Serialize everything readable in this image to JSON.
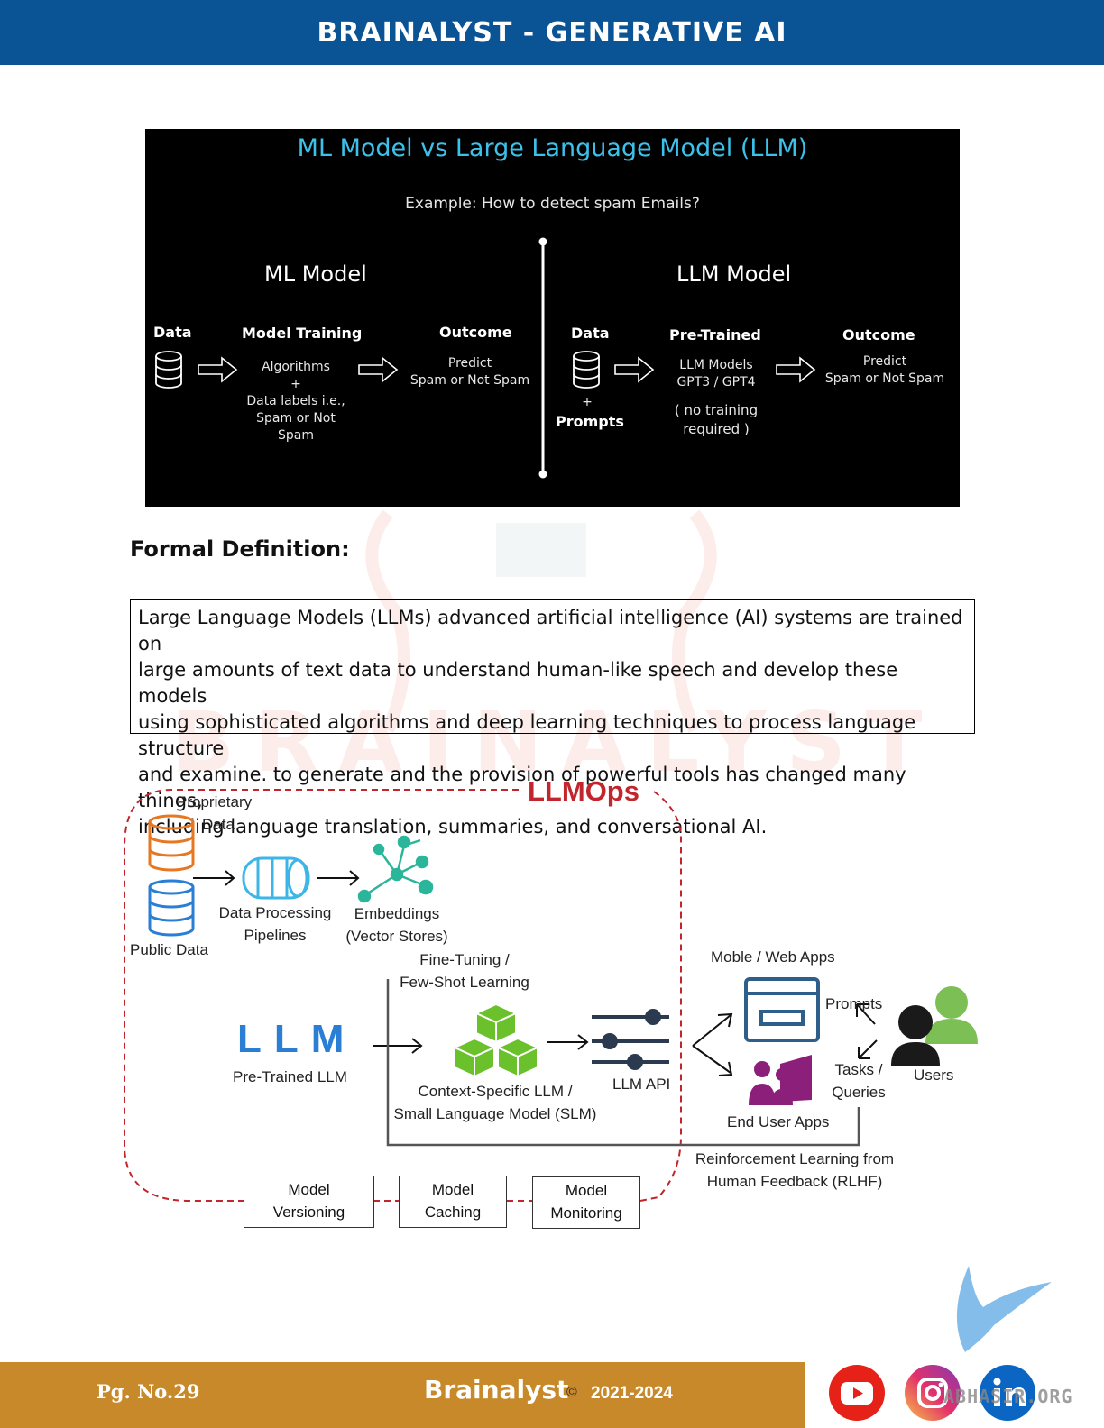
{
  "header": {
    "title": "BRAINALYST - GENERATIVE AI"
  },
  "figure1": {
    "title": "ML Model vs Large Language Model (LLM)",
    "subtitle": "Example: How to detect spam Emails?",
    "ml": {
      "heading": "ML Model",
      "data_label": "Data",
      "training_label": "Model Training",
      "training_lines": [
        "Algorithms",
        "+",
        "Data labels i.e.,",
        "Spam or Not",
        "Spam"
      ],
      "outcome_label": "Outcome",
      "outcome_lines": [
        "Predict",
        "Spam or Not Spam"
      ]
    },
    "llm": {
      "heading": "LLM Model",
      "data_label": "Data",
      "plus": "+",
      "prompts_label": "Prompts",
      "pretrained_label": "Pre-Trained",
      "pretrained_lines": [
        "LLM Models",
        "GPT3 / GPT4"
      ],
      "note_lines": [
        "( no training",
        "required )"
      ],
      "outcome_label": "Outcome",
      "outcome_lines": [
        "Predict",
        "Spam or Not Spam"
      ]
    }
  },
  "definition": {
    "heading": "Formal Definition:",
    "lines": [
      "Large Language Models (LLMs) advanced artificial intelligence (AI) systems are trained on",
      "large amounts of text data to understand human-like speech and develop these models",
      "using sophisticated algorithms and deep learning techniques to process language structure",
      "and examine. to generate and the provision of powerful tools has changed many things,",
      "including language translation, summaries, and conversational AI."
    ]
  },
  "figure2": {
    "title": "LLMOps",
    "proprietary": [
      "Proprietary",
      "Data"
    ],
    "public": "Public Data",
    "pipelines": [
      "Data Processing",
      "Pipelines"
    ],
    "embeddings": [
      "Embeddings",
      "(Vector Stores)"
    ],
    "finetuning": [
      "Fine-Tuning /",
      "Few-Shot Learning"
    ],
    "llm_letters": "LLM",
    "pretrained": "Pre-Trained LLM",
    "context": [
      "Context-Specific LLM /",
      "Small Language Model (SLM)"
    ],
    "api": "LLM API",
    "apps": "Moble / Web Apps",
    "prompts": "Prompts",
    "tasks": [
      "Tasks /",
      "Queries"
    ],
    "users": "Users",
    "enduser": "End User Apps",
    "rlhf": [
      "Reinforcement Learning from",
      "Human Feedback (RLHF)"
    ],
    "boxes": [
      [
        "Model",
        "Versioning"
      ],
      [
        "Model",
        "Caching"
      ],
      [
        "Model",
        "Monitoring"
      ]
    ]
  },
  "footer": {
    "page": "Pg. No.29",
    "brand": "Brainalyst",
    "copyright": "©",
    "years": "2021-2024"
  },
  "social": {
    "icons": [
      "youtube-icon",
      "instagram-icon",
      "linkedin-icon"
    ]
  },
  "site": "ABHASIR.ORG",
  "colors": {
    "header": "#0a5496",
    "footer": "#c8892a",
    "accent_red": "#c0262c",
    "llm_blue": "#2a7fd4",
    "title_cyan": "#3cc2ea"
  }
}
